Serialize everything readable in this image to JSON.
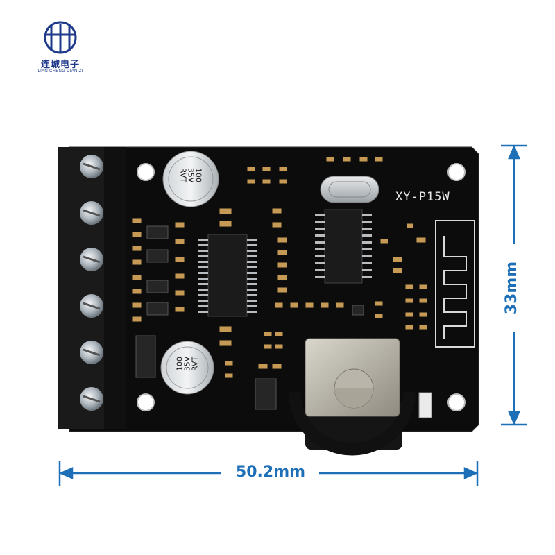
{
  "logo": {
    "cn_name": "连城电子",
    "en_name": "LIAN CHENG DIAN ZI"
  },
  "board": {
    "model": "XY-P15W"
  },
  "capacitors": [
    {
      "lines": [
        "100",
        "35V",
        "RVT"
      ]
    },
    {
      "lines": [
        "100",
        "35V",
        "RVT"
      ]
    }
  ],
  "dimensions": {
    "width": "50.2mm",
    "height": "33mm"
  },
  "colors": {
    "dimension": "#1d6fb8",
    "pcb": "#0c0c0c",
    "logo": "#1f3a8a"
  }
}
